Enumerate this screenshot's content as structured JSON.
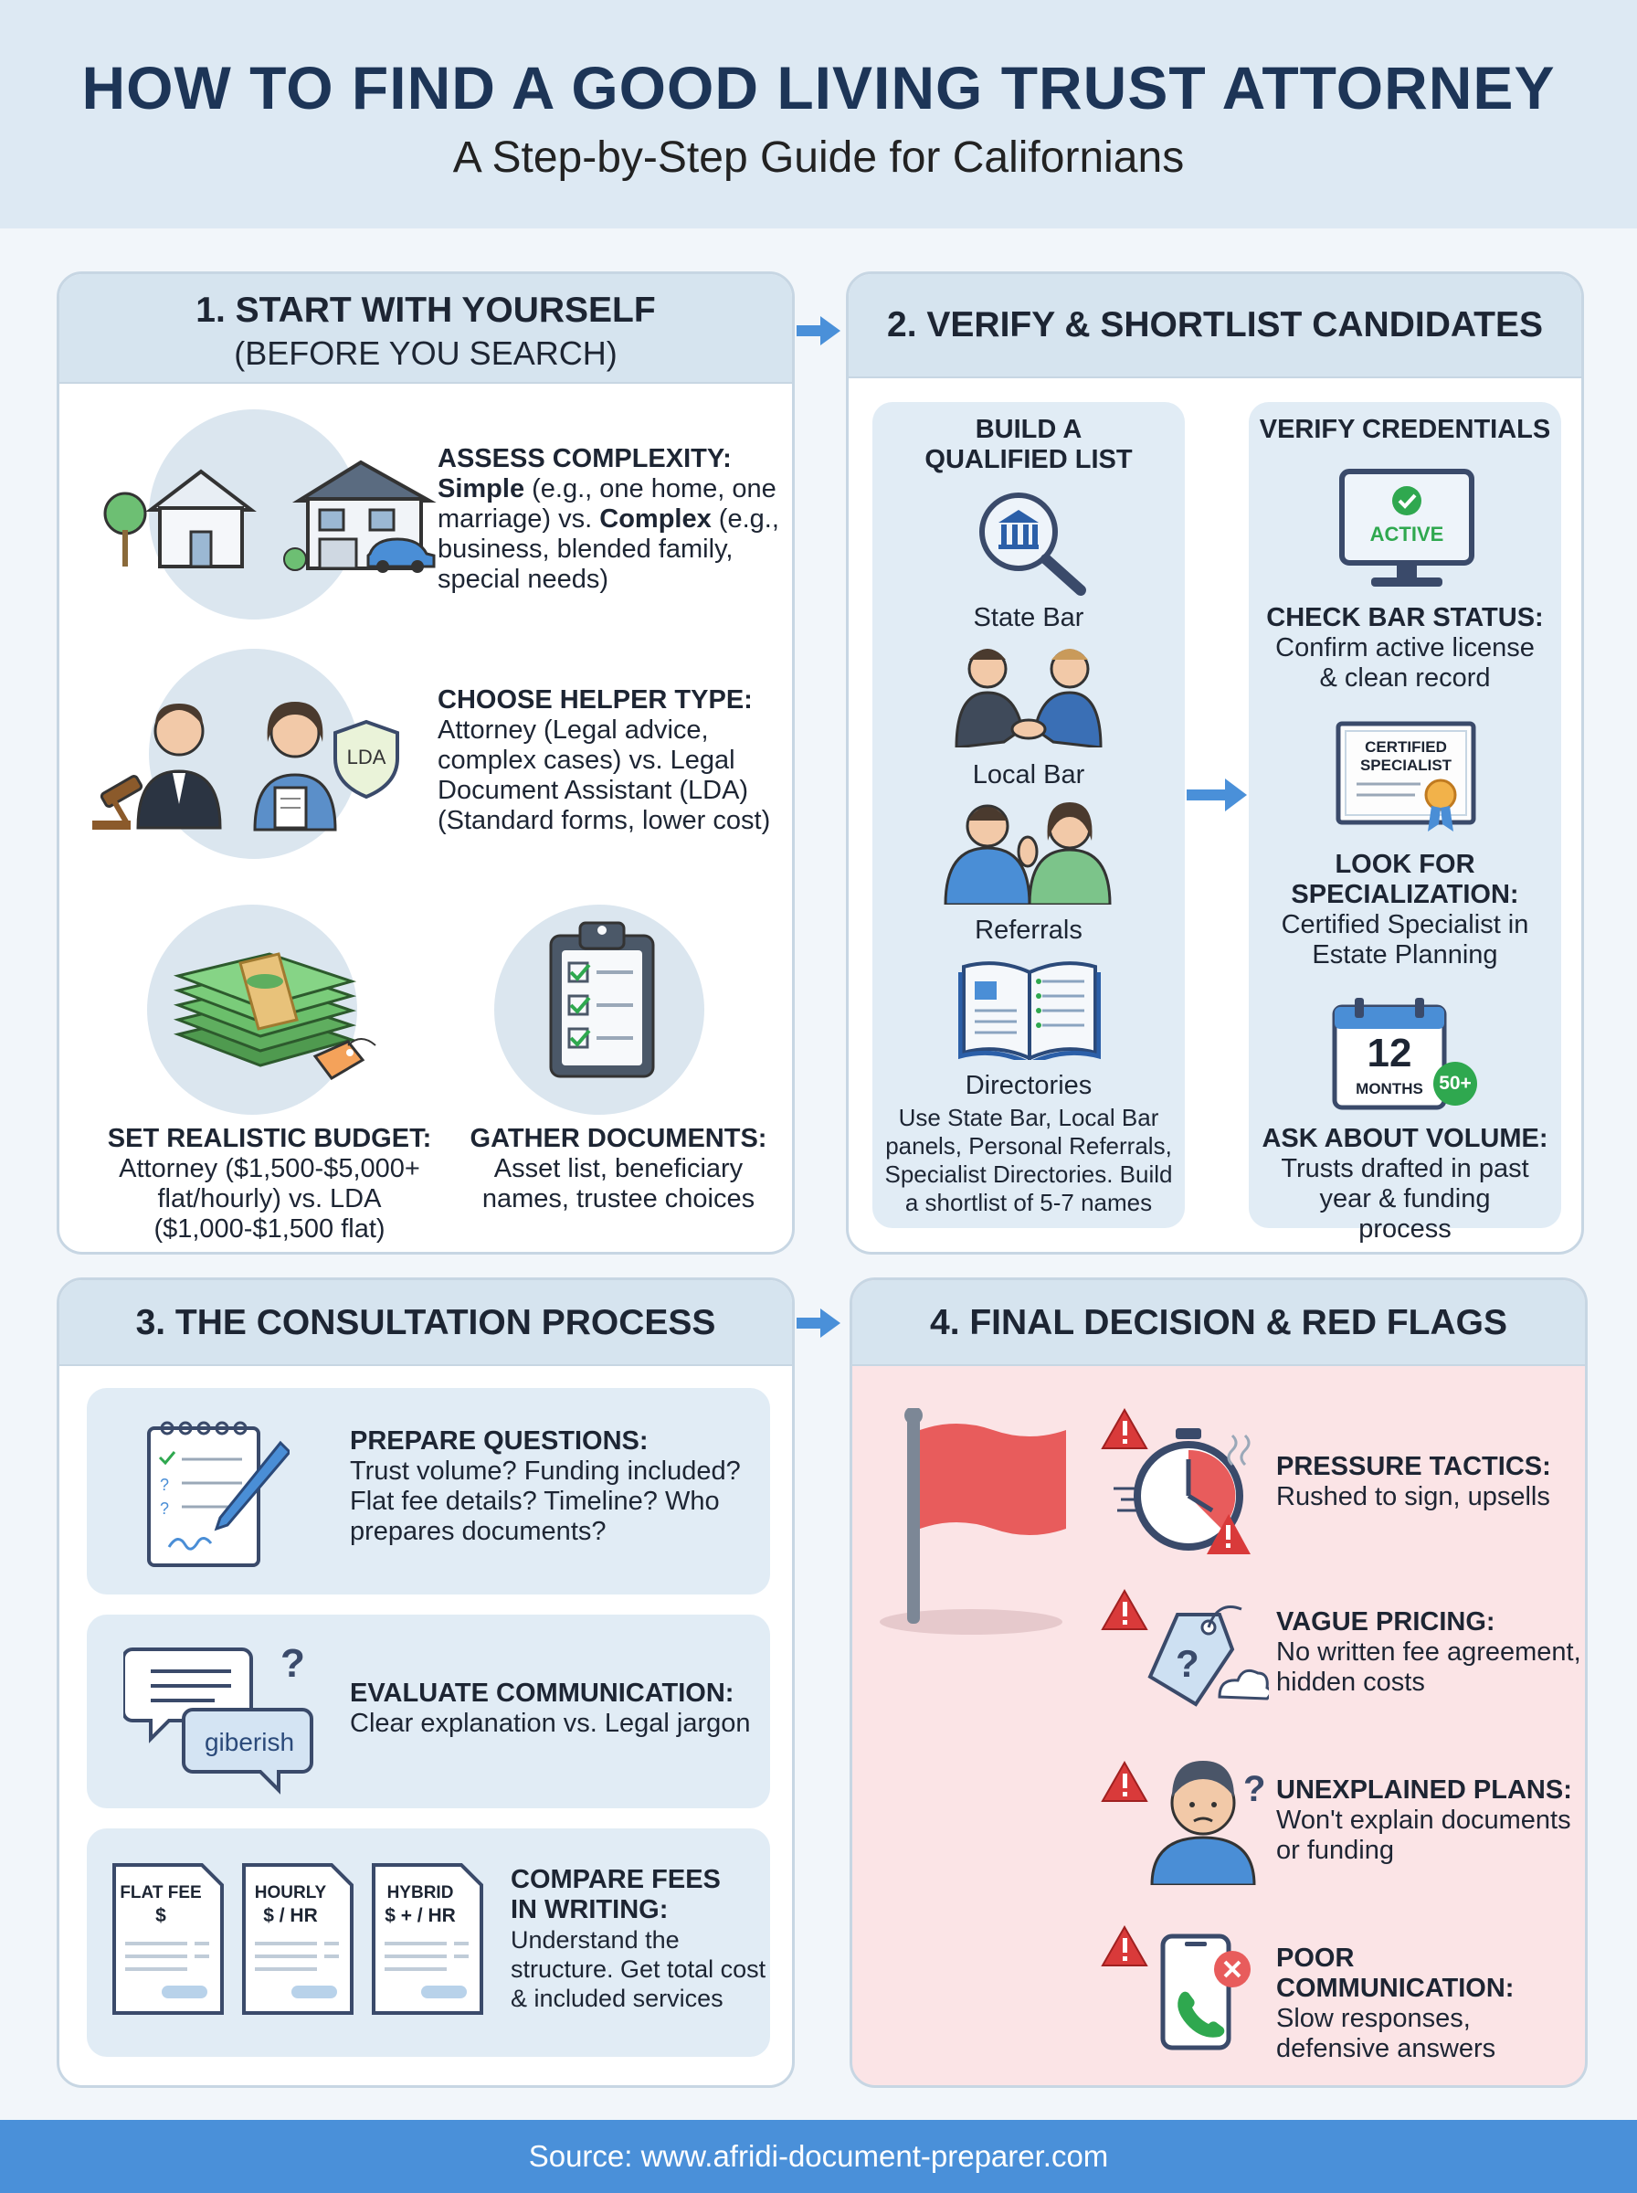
{
  "header": {
    "title": "HOW TO FIND A GOOD LIVING TRUST ATTORNEY",
    "subtitle": "A Step-by-Step Guide for Californians"
  },
  "step1": {
    "title_line1": "1. START WITH YOURSELF",
    "title_line2": "(BEFORE YOU SEARCH)",
    "assess": {
      "label": "ASSESS COMPLEXITY:",
      "simple_word": "Simple",
      "simple_text": " (e.g., one home, one marriage) vs. ",
      "complex_word": "Complex",
      "complex_text": " (e.g., business, blended family, special needs)"
    },
    "helper": {
      "label": "CHOOSE HELPER TYPE:",
      "text": "Attorney (Legal advice, complex cases) vs. Legal Document Assistant (LDA) (Standard forms, lower cost)",
      "badge": "LDA"
    },
    "budget": {
      "label": "SET REALISTIC BUDGET:",
      "text": "Attorney ($1,500-$5,000+ flat/hourly) vs. LDA ($1,000-$1,500 flat)"
    },
    "documents": {
      "label": "GATHER DOCUMENTS:",
      "text": "Asset list, beneficiary names, trustee choices"
    }
  },
  "step2": {
    "title": "2. VERIFY & SHORTLIST CANDIDATES",
    "list": {
      "title_line1": "BUILD A",
      "title_line2": "QUALIFIED LIST",
      "items": [
        "State Bar",
        "Local Bar",
        "Referrals",
        "Directories"
      ],
      "note": "Use State Bar, Local Bar panels, Personal Referrals, Specialist Directories. Build a shortlist of 5-7 names"
    },
    "verify": {
      "title": "VERIFY CREDENTIALS",
      "monitor_text": "ACTIVE",
      "bar_label": "CHECK BAR STATUS:",
      "bar_text": "Confirm active license & clean record",
      "cert_line1": "CERTIFIED",
      "cert_line2": "SPECIALIST",
      "spec_label": "LOOK FOR SPECIALIZATION:",
      "spec_text": "Certified Specialist in Estate Planning",
      "cal_number": "12",
      "cal_unit": "MONTHS",
      "cal_badge": "50+",
      "volume_label": "ASK ABOUT VOLUME:",
      "volume_text": "Trusts drafted in past year & funding process"
    }
  },
  "step3": {
    "title": "3. THE CONSULTATION PROCESS",
    "questions": {
      "label": "PREPARE QUESTIONS:",
      "text": "Trust volume? Funding included? Flat fee details? Timeline? Who prepares documents?"
    },
    "communication": {
      "label": "EVALUATE COMMUNICATION:",
      "text": "Clear explanation vs. Legal jargon",
      "bubble": "giberish"
    },
    "fees": {
      "label_line1": "COMPARE FEES",
      "label_line2": "IN WRITING:",
      "text": "Understand the structure. Get total cost & included services",
      "docs": [
        {
          "title": "FLAT FEE",
          "sub": "$"
        },
        {
          "title": "HOURLY",
          "sub": "$ / HR"
        },
        {
          "title": "HYBRID",
          "sub": "$ + / HR"
        }
      ]
    }
  },
  "step4": {
    "title": "4. FINAL DECISION & RED FLAGS",
    "flags": [
      {
        "label": "PRESSURE TACTICS:",
        "text": "Rushed to sign, upsells"
      },
      {
        "label": "VAGUE PRICING:",
        "text": "No written fee agreement, hidden costs"
      },
      {
        "label": "UNEXPLAINED PLANS:",
        "text": "Won't explain documents or funding"
      },
      {
        "label": "POOR COMMUNICATION:",
        "text": "Slow responses, defensive answers"
      }
    ]
  },
  "footer": {
    "source": "Source: www.afridi-document-preparer.com"
  },
  "colors": {
    "header_bg": "#dde9f3",
    "panel_header": "#d6e4ef",
    "title_navy": "#1d3557",
    "accent_blue": "#4a90d9",
    "red_flag": "#e85c5c",
    "red_panel_bg": "#fbe4e6",
    "green_check": "#2fa84f"
  },
  "icons": [
    "houses-icon",
    "judge-icon",
    "assistant-icon",
    "money-icon",
    "clipboard-icon",
    "search-courthouse-icon",
    "handshake-icon",
    "people-icon",
    "book-icon",
    "monitor-check-icon",
    "certificate-icon",
    "calendar-icon",
    "notepad-pen-icon",
    "speech-bubbles-icon",
    "fee-document-icon",
    "red-flag-icon",
    "warning-icon",
    "stopwatch-icon",
    "price-tag-icon",
    "confused-person-icon",
    "phone-icon"
  ]
}
